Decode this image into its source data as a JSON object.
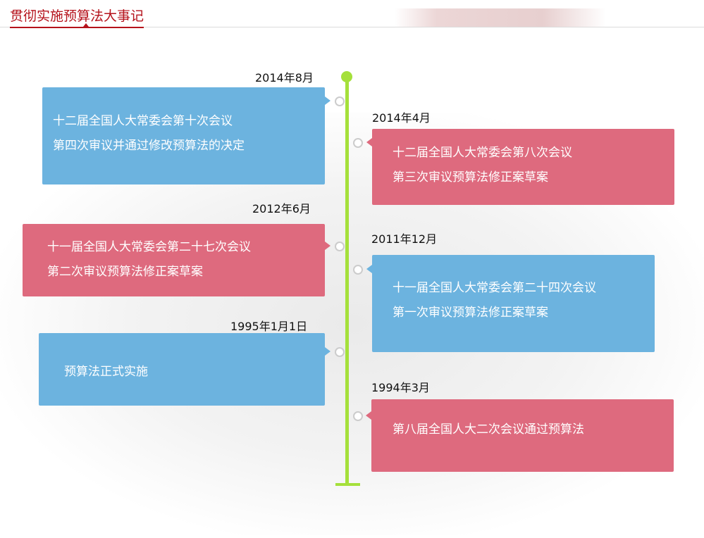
{
  "header": {
    "title": "贯彻实施预算法大事记"
  },
  "events": [
    {
      "date": "2014年8月",
      "lines": [
        "十二届全国人大常委会第十次会议",
        "第四次审议并通过修改预算法的决定"
      ],
      "color": "#6cb3df"
    },
    {
      "date": "2014年4月",
      "lines": [
        "十二届全国人大常委会第八次会议",
        "第三次审议预算法修正案草案"
      ],
      "color": "#de6a7e"
    },
    {
      "date": "2012年6月",
      "lines": [
        "十一届全国人大常委会第二十七次会议",
        "第二次审议预算法修正案草案"
      ],
      "color": "#de6a7e"
    },
    {
      "date": "2011年12月",
      "lines": [
        "十一届全国人大常委会第二十四次会议",
        "第一次审议预算法修正案草案"
      ],
      "color": "#6cb3df"
    },
    {
      "date": "1995年1月1日",
      "lines": [
        "预算法正式实施"
      ],
      "color": "#6cb3df"
    },
    {
      "date": "1994年3月",
      "lines": [
        "第八届全国人大二次会议通过预算法"
      ],
      "color": "#de6a7e"
    }
  ]
}
